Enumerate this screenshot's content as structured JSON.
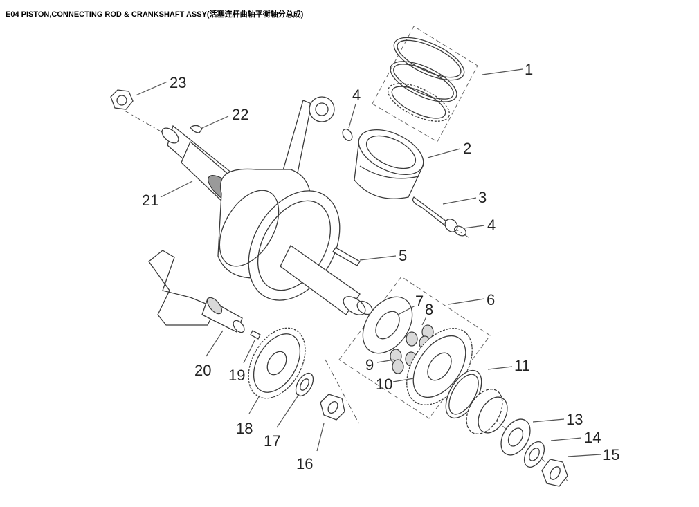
{
  "title": "E04 PISTON,CONNECTING ROD & CRANKSHAFT ASSY(活塞连杆曲轴平衡轴分总成)",
  "callouts": [
    "1",
    "2",
    "3",
    "4",
    "4",
    "5",
    "6",
    "7",
    "8",
    "9",
    "10",
    "11",
    "13",
    "14",
    "15",
    "16",
    "17",
    "18",
    "19",
    "20",
    "21",
    "22",
    "23"
  ]
}
